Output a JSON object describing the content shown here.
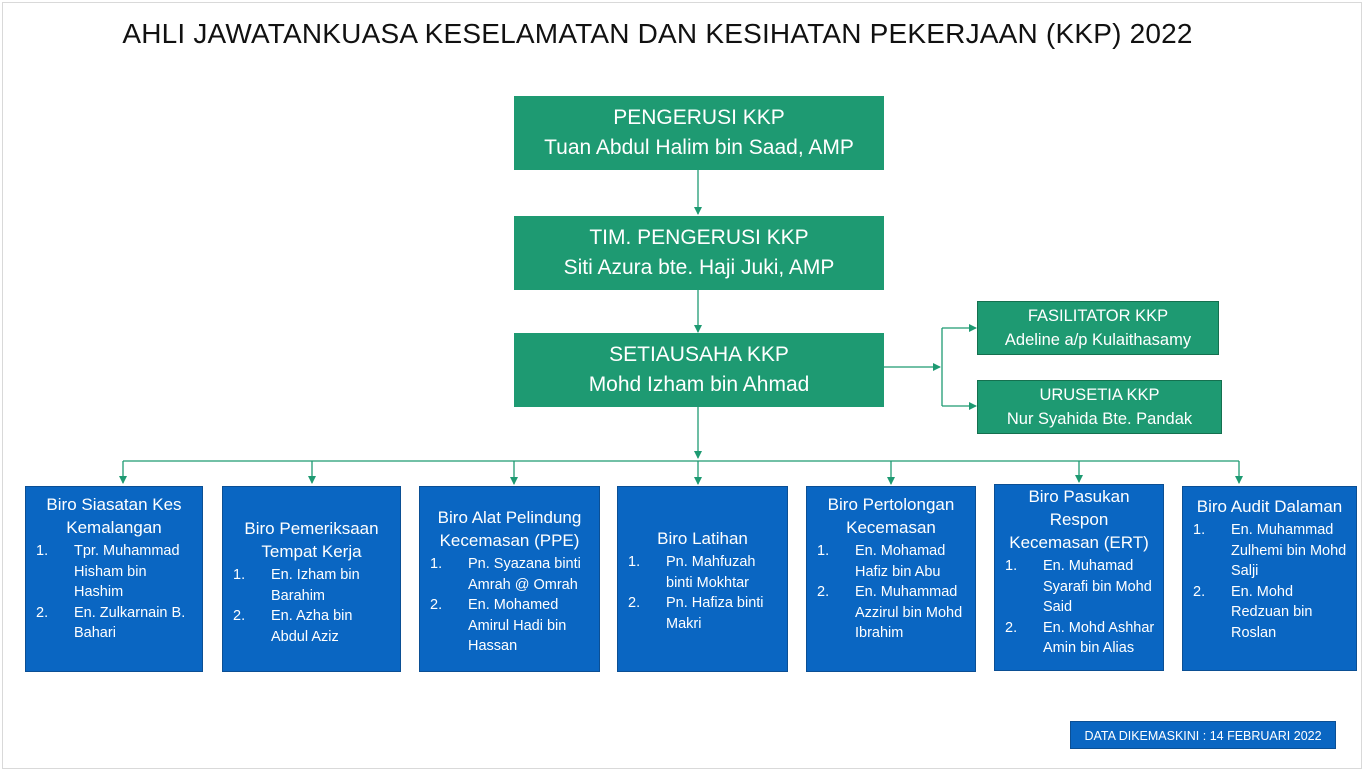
{
  "title": "AHLI JAWATANKUASA KESELAMATAN DAN KESIHATAN PEKERJAAN (KKP) 2022",
  "pengerusi": {
    "role": "PENGERUSI KKP",
    "name": "Tuan Abdul Halim bin Saad, AMP"
  },
  "timbalan": {
    "role": "TIM. PENGERUSI KKP",
    "name": "Siti Azura bte. Haji Juki, AMP"
  },
  "setiausaha": {
    "role": "SETIAUSAHA KKP",
    "name": "Mohd Izham bin Ahmad"
  },
  "fasilitator": {
    "role": "FASILITATOR KKP",
    "name": "Adeline a/p Kulaithasamy"
  },
  "urusetia": {
    "role": "URUSETIA KKP",
    "name": "Nur Syahida Bte. Pandak"
  },
  "biro": [
    {
      "title": "Biro Siasatan Kes Kemalangan",
      "members": [
        "Tpr. Muhammad Hisham bin Hashim",
        "En. Zulkarnain B. Bahari"
      ]
    },
    {
      "title": "Biro Pemeriksaan Tempat Kerja",
      "members": [
        "En. Izham bin Barahim",
        "En. Azha bin Abdul Aziz"
      ]
    },
    {
      "title": "Biro Alat Pelindung Kecemasan (PPE)",
      "members": [
        "Pn. Syazana binti Amrah @ Omrah",
        "En. Mohamed Amirul Hadi bin Hassan"
      ]
    },
    {
      "title": "Biro Latihan",
      "members": [
        "Pn. Mahfuzah binti Mokhtar",
        "Pn. Hafiza binti Makri"
      ]
    },
    {
      "title": "Biro Pertolongan Kecemasan",
      "members": [
        "En. Mohamad Hafiz bin Abu",
        "En. Muhammad Azzirul bin Mohd Ibrahim"
      ]
    },
    {
      "title": "Biro Pasukan Respon Kecemasan (ERT)",
      "members": [
        "En. Muhamad Syarafi bin Mohd Said",
        "En. Mohd Ashhar Amin bin Alias"
      ]
    },
    {
      "title": "Biro Audit Dalaman",
      "members": [
        "En. Muhammad Zulhemi bin Mohd Salji",
        "En. Mohd Redzuan bin Roslan"
      ]
    }
  ],
  "numbers": [
    "1.",
    "2."
  ],
  "updated": "DATA DIKEMASKINI : 14 FEBRUARI 2022",
  "colors": {
    "green": "#1e9a72",
    "blue": "#0a66c2",
    "line": "#1e9a72"
  }
}
